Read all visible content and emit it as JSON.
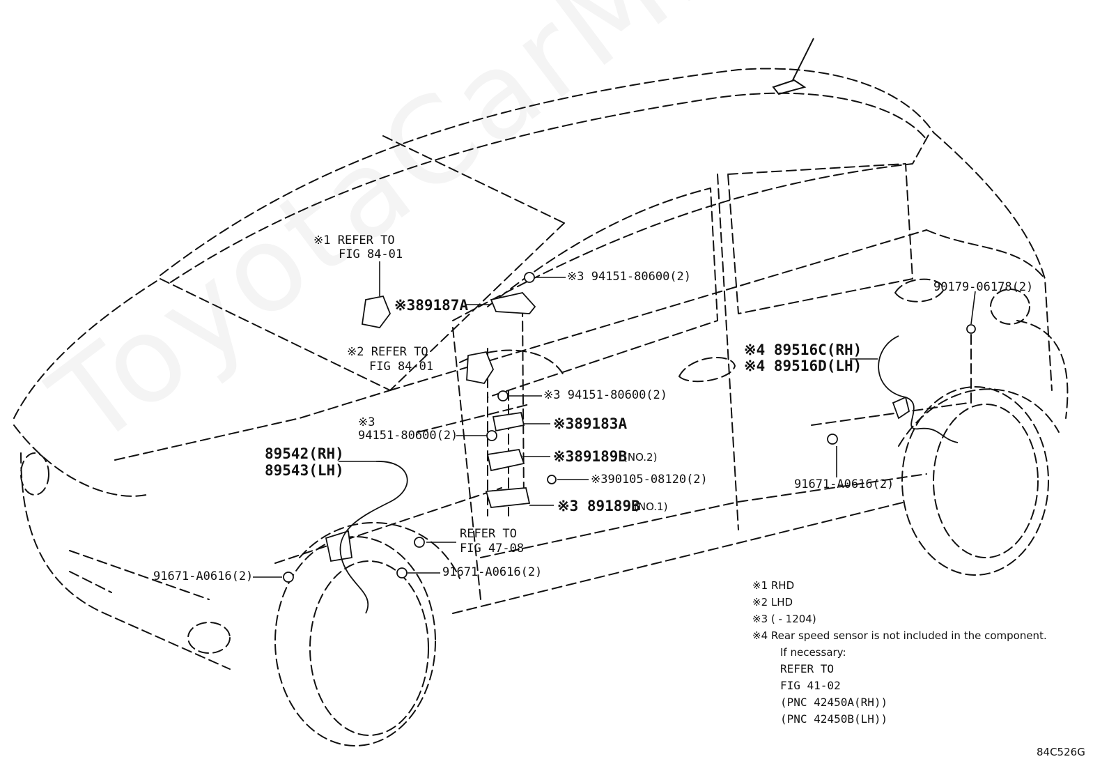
{
  "labels": {
    "refer_rhd_mark": "※1 REFER TO",
    "refer_rhd_fig": "FIG 84-01",
    "refer_lhd_mark": "※2 REFER TO",
    "refer_lhd_fig": "FIG 84-01",
    "p_89187A": "※389187A",
    "p_94151_top": "※3 94151-80600(2)",
    "p_94151_mid": "※3 94151-80600(2)",
    "p_94151_left_mark": "※3",
    "p_94151_left": "94151-80600(2)",
    "p_89183A": "※389183A",
    "p_89189B_no2": "※389189B",
    "p_89189B_no2_suffix": "(NO.2)",
    "p_90105": "※390105-08120(2)",
    "p_89189B_no1": "※3 89189B",
    "p_89189B_no1_suffix": "(NO.1)",
    "p_89542": "89542(RH)",
    "p_89543": "89543(LH)",
    "refer_47_a": "REFER TO",
    "refer_47_b": "FIG 47-08",
    "p_91671_left": "91671-A0616(2)",
    "p_91671_mid": "91671-A0616(2)",
    "p_91671_right": "91671-A0616(2)",
    "p_90179": "90179-06178(2)",
    "p_89516C": "※4 89516C(RH)",
    "p_89516D": "※4 89516D(LH)"
  },
  "notes": {
    "n1": "※1 RHD",
    "n2": "※2 LHD",
    "n3": "※3 (        - 1204)",
    "n4": "※4 Rear speed sensor is not included in the component.",
    "n5": "If necessary:",
    "n6": "REFER TO",
    "n7": "FIG 41-02",
    "n8": "(PNC 42450A(RH))",
    "n9": "(PNC 42450B(LH))"
  },
  "figure_code": "84C526G",
  "watermark": "ToyotaCarMiner.ru",
  "colors": {
    "line": "#111111",
    "background": "#ffffff"
  }
}
